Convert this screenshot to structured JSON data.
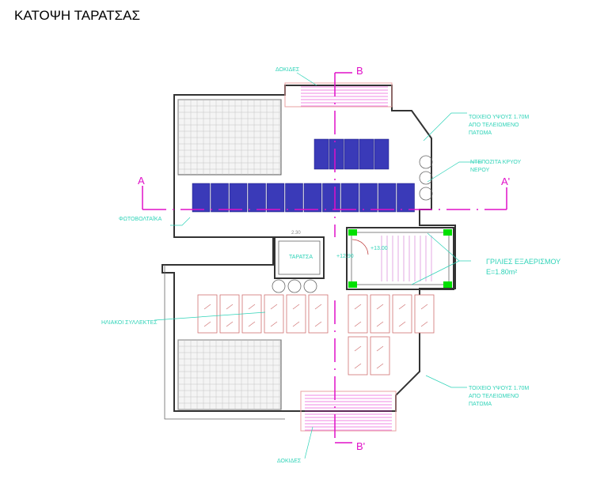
{
  "title": "ΚΑΤΟΨΗ ΤΑΡΑΤΣΑΣ",
  "sections": {
    "b_top": "B",
    "b_bottom": "B'",
    "a_left": "A",
    "a_right": "A'"
  },
  "labels": {
    "beams_top": "ΔΟΚΙΔΕΣ",
    "beams_bottom": "ΔΟΚΙΔΕΣ",
    "wall_top": [
      "ΤΟΙΧΕΙΟ ΥΨΟΥΣ 1.70Μ",
      "ΑΠΟ ΤΕΛΕΙΩΜΕΝΟ",
      "ΠΑΤΩΜΑ"
    ],
    "wall_bottom": [
      "ΤΟΙΧΕΙΟ ΥΨΟΥΣ 1.70Μ",
      "ΑΠΟ ΤΕΛΕΙΩΜΕΝΟ",
      "ΠΑΤΩΜΑ"
    ],
    "tanks": [
      "ΝΤΕΠΟΖΙΤΑ ΚΡΥΟΥ",
      "ΝΕΡΟΥ"
    ],
    "pv": "ΦΩΤΟΒΟΛΤΑΪΚΑ",
    "vents": [
      "ΓΡΙΛΙΕΣ ΕΞΑΕΡΙΣΜΟΥ",
      "E=1.80m²"
    ],
    "collectors": "ΗΛΙΑΚΟΙ ΣΥΛΛΕΚΤΕΣ",
    "roof_box": "ΤΑΡΑΤΣΑ",
    "dim_230": "2.30",
    "level_1290": "+12.90",
    "level_1300": "+13.00"
  },
  "colors": {
    "section": "#e010c8",
    "label": "#2fd3b8",
    "pv": "#3a3ab8",
    "vent": "#00e000"
  }
}
